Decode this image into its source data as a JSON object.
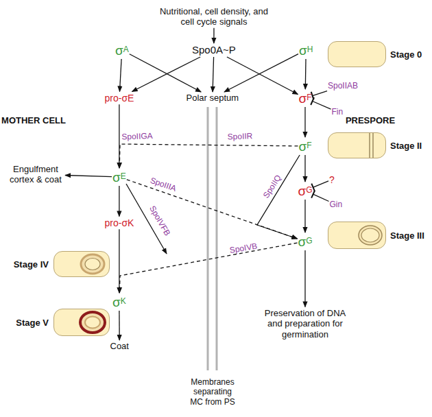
{
  "diagram": {
    "nodes": [
      {
        "text": [
          "Nutritional, cell density, and cell cycle signals"
        ]
      },
      {
        "text": [
          "σA"
        ]
      },
      {
        "text": [
          "Spo0A~P"
        ]
      },
      {
        "text": [
          "σH"
        ]
      },
      {
        "text": [
          "Stage 0"
        ]
      },
      {
        "text": [
          "pro-σE"
        ]
      },
      {
        "text": [
          "Polar septum"
        ]
      },
      {
        "text": [
          "σF"
        ]
      },
      {
        "text": [
          "SpoIIAB"
        ]
      },
      {
        "text": [
          "Fin"
        ]
      },
      {
        "text": [
          "σF"
        ]
      },
      {
        "text": [
          "Stage II"
        ]
      },
      {
        "text": [
          "Engulfment cortex & coat"
        ]
      },
      {
        "text": [
          "σE"
        ]
      },
      {
        "text": [
          "σG"
        ]
      },
      {
        "text": [
          "?"
        ]
      },
      {
        "text": [
          "Gin"
        ]
      },
      {
        "text": [
          "pro-σK"
        ]
      },
      {
        "text": [
          "Stage III"
        ]
      },
      {
        "text": [
          "σG"
        ]
      },
      {
        "text": [
          "Stage IV"
        ]
      },
      {
        "text": [
          "σK"
        ]
      },
      {
        "text": [
          "Preservation of DNA and preparation for germination"
        ]
      },
      {
        "text": [
          "Stage V"
        ]
      },
      {
        "text": [
          "Coat"
        ]
      }
    ],
    "edges": [
      {
        "from": 0,
        "to": 2,
        "arrow": "to"
      },
      {
        "from": 1,
        "to": 5,
        "arrow": "to"
      },
      {
        "from": 1,
        "to": 6,
        "arrow": "to"
      },
      {
        "from": 2,
        "to": 5,
        "arrow": "to"
      },
      {
        "from": 2,
        "to": 6,
        "arrow": "to"
      },
      {
        "from": 2,
        "to": 7,
        "arrow": "to"
      },
      {
        "from": 3,
        "to": 6,
        "arrow": "to"
      },
      {
        "from": 3,
        "to": 7,
        "arrow": "to"
      },
      {
        "from": 8,
        "to": 7,
        "arrow": "to"
      },
      {
        "from": 9,
        "to": 7,
        "arrow": "to"
      },
      {
        "from": 7,
        "to": 10,
        "arrow": "to"
      },
      {
        "from": 5,
        "to": 13,
        "arrow": "to"
      },
      {
        "from": 10,
        "to": 13,
        "label": "SpoIIR",
        "arrow": "to"
      },
      {
        "from": 13,
        "to": 12,
        "arrow": "to"
      },
      {
        "from": 13,
        "to": 19,
        "label": "SpoIIIA",
        "arrow": "to"
      },
      {
        "from": 10,
        "to": 14,
        "arrow": "to"
      },
      {
        "from": 10,
        "to": 19,
        "label": "SpoIIQ",
        "arrow": "to"
      },
      {
        "from": 15,
        "to": 14,
        "arrow": "to"
      },
      {
        "from": 16,
        "to": 14,
        "arrow": "to"
      },
      {
        "from": 14,
        "to": 19,
        "arrow": "to"
      },
      {
        "from": 13,
        "to": 17,
        "arrow": "to"
      },
      {
        "from": 19,
        "to": 21,
        "label": "SpoIVB",
        "arrow": "to"
      },
      {
        "from": 17,
        "to": 21,
        "arrow": "to"
      },
      {
        "from": 21,
        "to": 24,
        "arrow": "to"
      },
      {
        "from": 19,
        "to": 22,
        "arrow": "to"
      }
    ],
    "labels": [
      "MOTHER CELL",
      "PRESPORE",
      "SpoIIGA",
      "SpoIVFB",
      "Membranes separating MC from PS"
    ]
  }
}
